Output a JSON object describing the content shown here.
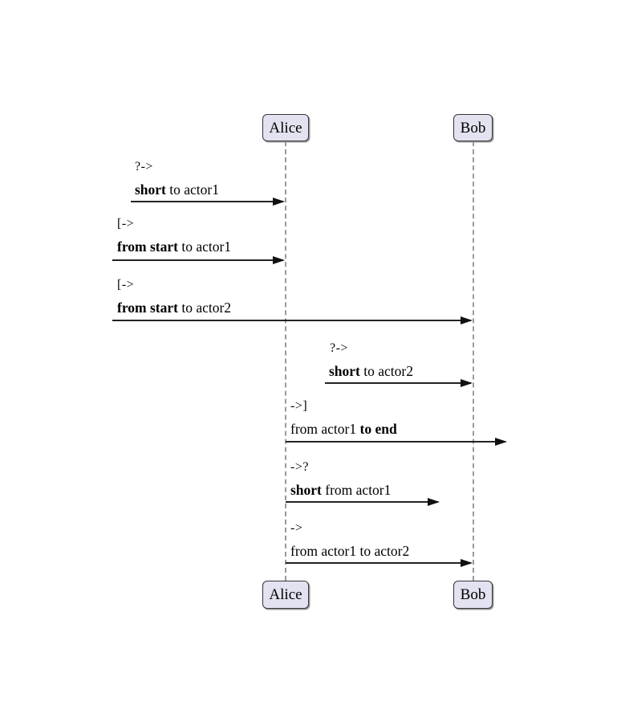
{
  "diagram": {
    "type": "sequence-diagram",
    "actors": {
      "actor1": "Alice",
      "actor2": "Bob"
    },
    "messages": [
      {
        "operator": "?->",
        "pre": "",
        "bold": "short",
        "post": " to actor1"
      },
      {
        "operator": "[->",
        "pre": "",
        "bold": "from start",
        "post": " to actor1"
      },
      {
        "operator": "[->",
        "pre": "",
        "bold": "from start",
        "post": " to actor2"
      },
      {
        "operator": "?->",
        "pre": "",
        "bold": "short",
        "post": " to actor2"
      },
      {
        "operator": "->]",
        "pre": "from actor1 ",
        "bold": "to end",
        "post": ""
      },
      {
        "operator": "->?",
        "pre": "",
        "bold": "short",
        "post": " from actor1"
      },
      {
        "operator": "->",
        "pre": "from actor1 to actor2",
        "bold": "",
        "post": ""
      }
    ],
    "colors": {
      "background": "#ffffff",
      "actor_box_fill": "#e2e2f0",
      "actor_box_border": "#35353b",
      "lifeline": "#9a9a9a",
      "arrow": "#232323",
      "text": "#000000"
    }
  }
}
